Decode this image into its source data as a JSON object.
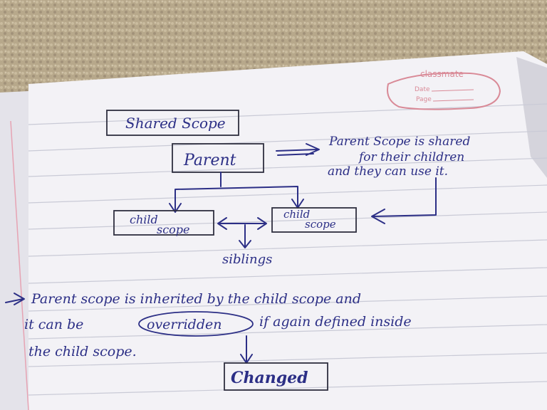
{
  "brand": {
    "logo": "classmate",
    "date_label": "Date",
    "page_label": "Page"
  },
  "notes": {
    "title": "Shared Scope",
    "parent_box": "Parent",
    "parent_note_line1": "Parent Scope is shared",
    "parent_note_line2": "for their children",
    "parent_note_line3": "and they can use it.",
    "child_left_line1": "child",
    "child_left_line2": "scope",
    "child_right_line1": "child",
    "child_right_line2": "scope",
    "siblings": "siblings",
    "para_line1": "Parent scope is inherited by the child scope and",
    "para_line2_a": "it can be",
    "para_line2_b": "overridden",
    "para_line2_c": "if again defined inside",
    "para_line3": "the child scope.",
    "changed": "Changed"
  },
  "colors": {
    "carpet": "#b7a88b",
    "paper": "#f3f2f6",
    "ruled_line": "#c9cad6",
    "margin_line": "#e6a3b3",
    "ink": "#2c2f86",
    "logo_pink": "#d98a97"
  }
}
